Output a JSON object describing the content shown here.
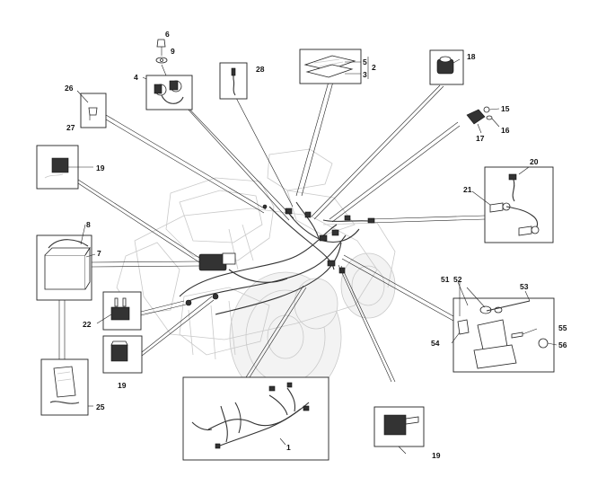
{
  "diagram": {
    "labels": {
      "l1": "1",
      "l2": "2",
      "l3": "3",
      "l4": "4",
      "l5": "5",
      "l6": "6",
      "l7": "7",
      "l8": "8",
      "l9": "9",
      "l15": "15",
      "l16": "16",
      "l17": "17",
      "l18": "18",
      "l19a": "19",
      "l19b": "19",
      "l19c": "19",
      "l20": "20",
      "l21": "21",
      "l22": "22",
      "l25": "25",
      "l26": "26",
      "l27": "27",
      "l28": "28",
      "l51": "51",
      "l52": "52",
      "l53": "53",
      "l54": "54",
      "l55": "55",
      "l56": "56"
    }
  }
}
